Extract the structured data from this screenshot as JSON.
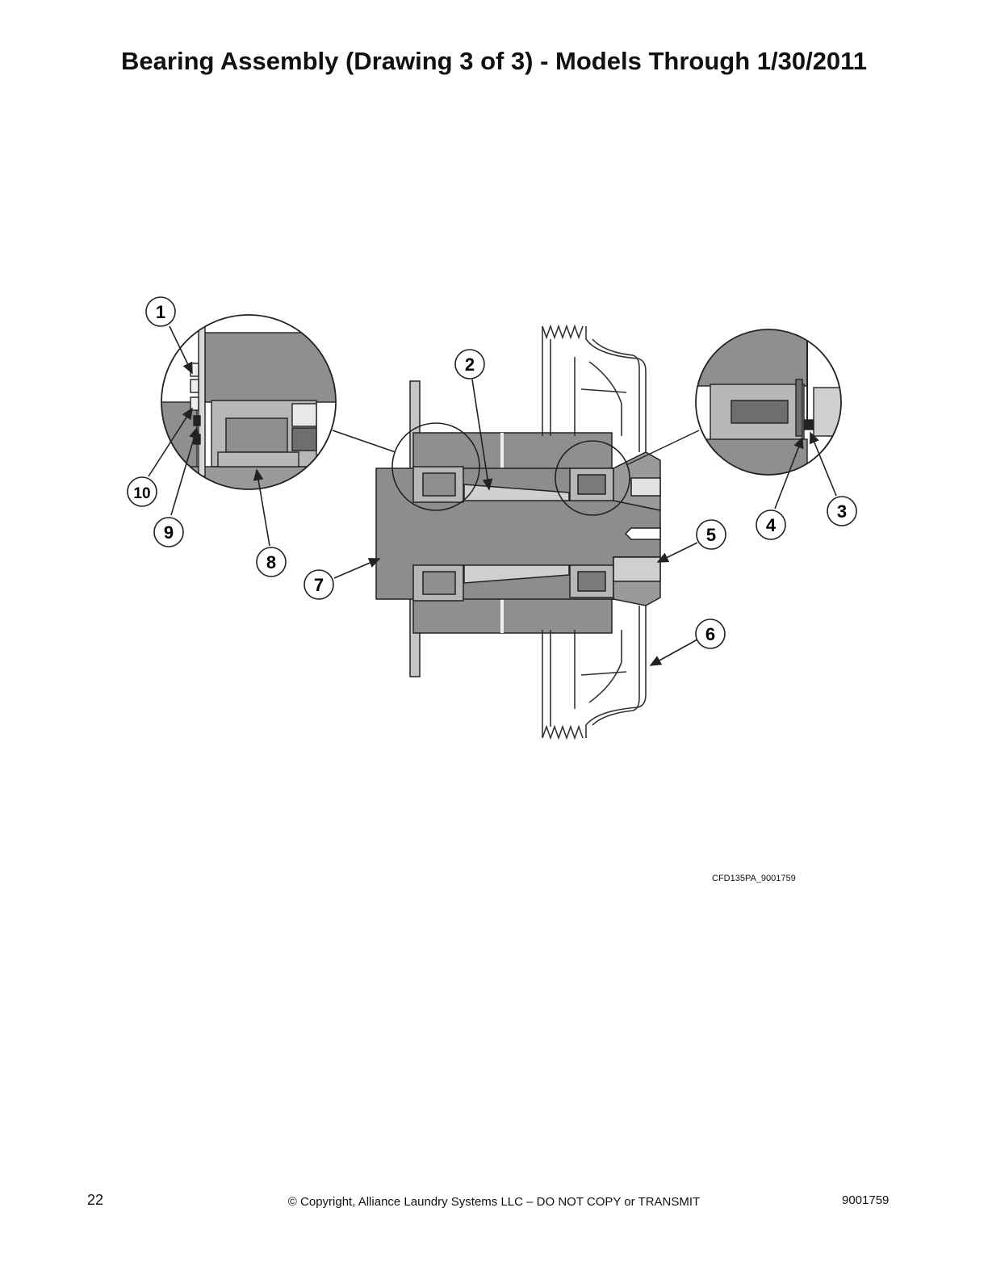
{
  "title": "Bearing Assembly (Drawing 3 of 3) - Models Through 1/30/2011",
  "figure_id": "CFD135PA_9001759",
  "callouts": [
    "1",
    "2",
    "3",
    "4",
    "5",
    "6",
    "7",
    "8",
    "9",
    "10"
  ],
  "footer": {
    "page_number": "22",
    "copyright": "© Copyright, Alliance Laundry Systems LLC – DO NOT COPY or TRANSMIT",
    "doc_number": "9001759"
  },
  "colors": {
    "dark": "#6e6e6e",
    "mid": "#8f8f90",
    "light": "#b7b7b8",
    "pale": "#d9d9da",
    "line": "#222222"
  }
}
